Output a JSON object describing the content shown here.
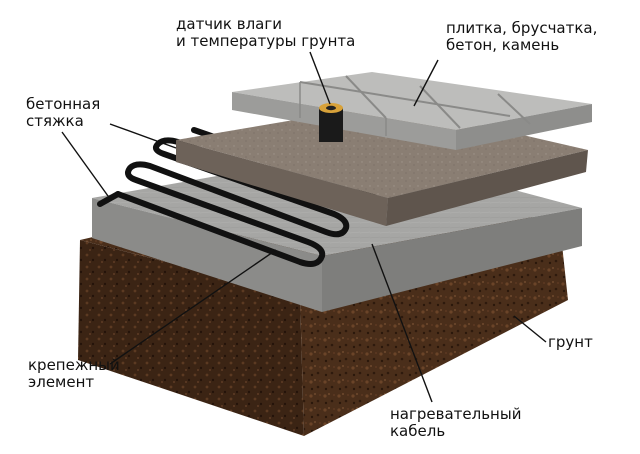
{
  "labels": {
    "sensor": [
      "датчик влаги",
      "и температуры грунта"
    ],
    "tiles": [
      "плитка, брусчатка,",
      "бетон, камень"
    ],
    "screed": [
      "бетонная",
      "стяжка"
    ],
    "soil": [
      "грунт"
    ],
    "fastener": [
      "крепежный",
      "элемент"
    ],
    "cable": [
      "нагревательный",
      "кабель"
    ]
  },
  "colors": {
    "soil_top": "#5a3a22",
    "soil_left": "#3e2615",
    "soil_right": "#4a2e1a",
    "insulation_top": "#a9a9a7",
    "insulation_side": "#8a8a88",
    "screed_top": "#8c8075",
    "screed_side": "#6f645a",
    "tile_top": "#bdbdbb",
    "tile_side": "#9a9a98",
    "cable": "#111111",
    "leader": "#111111"
  },
  "icons": {
    "sensor": "moisture-temperature-sensor-icon"
  }
}
